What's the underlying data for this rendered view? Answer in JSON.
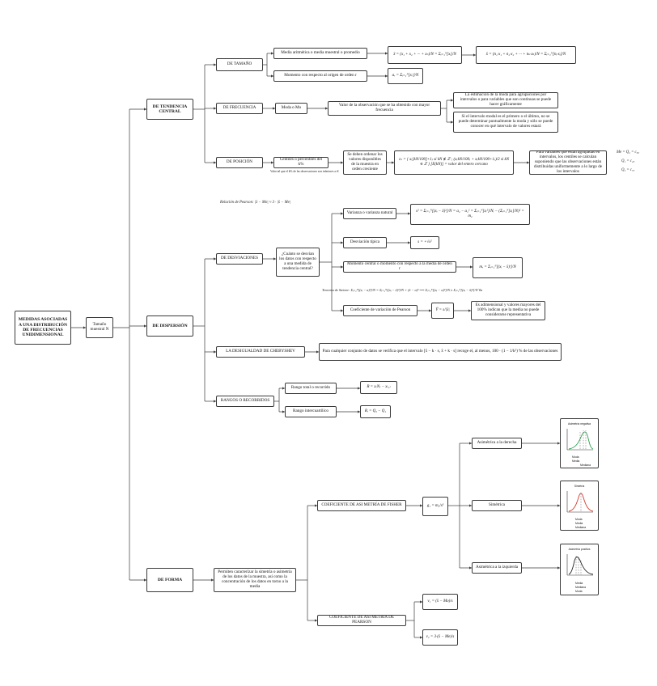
{
  "root": {
    "title": "MEDIDAS ASOCIADAS A UNA DISTRIBUCIÓN DE FRECUENCIAS UNIDIMENSIONAL"
  },
  "sample": {
    "label": "Tamaño muestral N"
  },
  "tendencia": {
    "title": "DE TENDENCIA CENTRAL",
    "tamano": {
      "label": "DE TAMAÑO",
      "media": "Media aritmética o media muestral o promedio",
      "media_f1": "x̄ = (x₁ + x₂ + ··· + xₙ)/N = Σᵢ₌₁ᴺ[xᵢ]/N",
      "media_f2": "x̄ = (n₁·x₁ + n₂·x₂ + ··· + nₖ·xₖ)/N = Σᵢ₌₁ᴺ[nᵢ·xᵢ]/N",
      "momento": "Momento con respecto al origen de orden r",
      "momento_f": "aᵣ = Σᵢ₌₁ᴺ[xᵢʳ]/N"
    },
    "frecuencia": {
      "label": "DE FRECUENCIA",
      "moda": "Moda o Mo",
      "desc": "Valor de la observación  que se ha obtenido con mayor frecuencia",
      "nota1": "La estimación de la moda para agrupaciones por intervalos o para variables que son continuas se puede hacer gráficamente",
      "nota2": "Si el intervalo modal es el primero o el último, no se puede determinar puntualmente la moda y sólo se puede conocer en qué intervalo de valores estará"
    },
    "posicion": {
      "label": "DE POSICIÓN",
      "centiles": "Centiles o percentiles del k%",
      "centiles_note": "Valor tal que el k% de las observaciones son inferiores a él",
      "ordenar": "Se deben ordenar los valores disponibles de la muestra en orden creciente",
      "formula": "cₖ = { x₍[kN/100]+1₎ si kN ∉ ℤ ; (x₍kN/100₎ + x₍kN/100+1₎)/2 si kN ∈ ℤ }   [E(kN)] = valor del entero cercano",
      "agrupadas": "Para variables que están agrupadas en intervalos, los centiles se calculan suponiendo que las observaciones están distribuidas uniformemente a lo largo de los intervalos",
      "equiv": [
        "Me = Q₂ = c₅₀",
        "Q₁ = c₂₅",
        "Q₃ = c₇₅"
      ]
    },
    "pearson_rel": "Relación de Pearson: |x̄ − Mo| ≈ 3 · |x̄ − Me|"
  },
  "dispersion": {
    "title": "DE DISPERSIÓN",
    "desviaciones": {
      "label": "DE DESVIACIONES",
      "pregunta": "¿Cuánto se desvían los datos con respecto a una medida de tendencia central?",
      "varianza": "Varianza o varianza natural",
      "varianza_f": "s² = Σᵢ₌₁ᴺ[(xᵢ − x̄)²]/N = a₂ − a₁² = Σᵢ₌₁ᴺ[xᵢ²]/Nᵢ − (Σᵢ₌₁ᴺ[xᵢ]/N)² = m₂",
      "tipica": "Desviación típica",
      "tipica_f": "s = +√s²",
      "momento": "Momento central o momento con respecto a la media de orden r",
      "momento_f": "mᵣ = Σᵢ₌₁ᴺ[(xᵢ − x̄)ʳ]/N",
      "steiner": "Teorema de Steiner: Σᵢ₌₁ᴺ[(xᵢ − a)²]/N = Σᵢ₌₁ᴺ[(xᵢ − x̄)²]/N + (x̄ − a)² ⟹ Σᵢ₌₁ᴺ[(xᵢ − a)²]/N ≥ Σᵢ₌₁ᴺ[(xᵢ − x̄)²]/N ∀a",
      "cv": "Coeficiente de variación de Pearson",
      "cv_f": "Ṽ = s/|x̄|",
      "cv_desc": "Es adimensional y valores mayores del 100% indican que la media no puede considerarse representativa"
    },
    "chebyshev": {
      "label": "LA DESIGUALDAD DE CHEBYSHEV",
      "desc": "Para cualquier conjunto de datos se verifica que el intervalo  [x̄ − k · s, x̄ + k · s]  recoge el, al menos,  100 · (1 − 1/k²) % de las observaciones"
    },
    "rangos": {
      "label": "RANGOS O RECORRIDOS",
      "total": "Rango total o recorrido",
      "total_f": "R = x₍N₎ − x₍₁₎",
      "inter": "Rango intercuartílico",
      "inter_f": "Rᵢ = Q₃ − Q₁"
    }
  },
  "forma": {
    "title": "DE FORMA",
    "desc": "Permiten caracterizar la simetría o asimetría de los datos de la muestra, así como la concentración de los datos en torno a la media",
    "fisher": {
      "label": "COEFICIENTE DE ASI METRÍA DE FISHER",
      "formula": "g₁ = m₃/s³",
      "derecha": "Asimétrica a la derecha",
      "simetrica": "Simétrica",
      "izquierda": "Asimétrica a la izquierda"
    },
    "pearson": {
      "label": "COEFICIENTE DE ASI METRÍA DE PEARSON",
      "f1": "v₁ = (x̄ − Mo)/s",
      "f2": "v₂ = 3·(x̄ − Me)/s"
    }
  },
  "minis": {
    "derecha": {
      "title": "Asimetría negativa",
      "labels": [
        "Moda",
        "Media",
        "Mediana"
      ]
    },
    "simetrica": {
      "title": "Simetría",
      "labels": [
        "Moda",
        "Media",
        "Mediana"
      ]
    },
    "izquierda": {
      "title": "Asimetría positiva",
      "labels": [
        "Media",
        "Mediana",
        "Moda"
      ]
    }
  },
  "colors": {
    "line": "#3a3a3a",
    "curve_green": "#2e9e4f",
    "curve_red": "#d23a2a"
  }
}
